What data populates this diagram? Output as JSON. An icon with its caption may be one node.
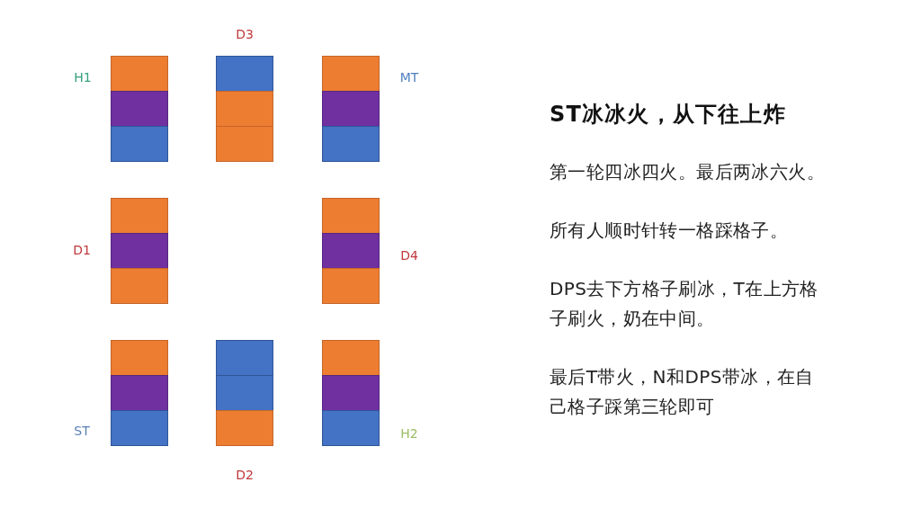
{
  "diagram": {
    "title": "ST冰冰火，从下往上炸",
    "labels": [
      "D3",
      "H1",
      "MT",
      "D1",
      "D4",
      "ST",
      "H2",
      "D2",
      "第一轮四冰四火。最后两冰六火。",
      "所有人顺时针转一格踩格子。",
      "DPS去下方格子刷冰，T在上方格子刷火，奶在中间。",
      "最后T带火，N和DPS带冰，在自己格子踩第三轮即可"
    ]
  }
}
